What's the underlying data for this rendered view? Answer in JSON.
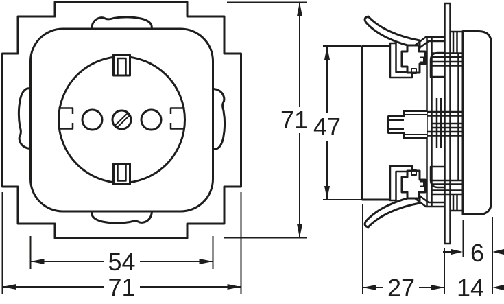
{
  "drawing": {
    "background": "#ffffff",
    "line_color": "#1d1d1b",
    "views": [
      {
        "id": "front",
        "label": "socket-front-view"
      },
      {
        "id": "side",
        "label": "socket-side-profile-view"
      }
    ],
    "dimensions": {
      "outer_height": "71",
      "insert_height": "47",
      "cover_width": "54",
      "outer_width": "71",
      "insert_depth": "27",
      "mounting_depth": "14",
      "cover_thickness": "6"
    }
  }
}
